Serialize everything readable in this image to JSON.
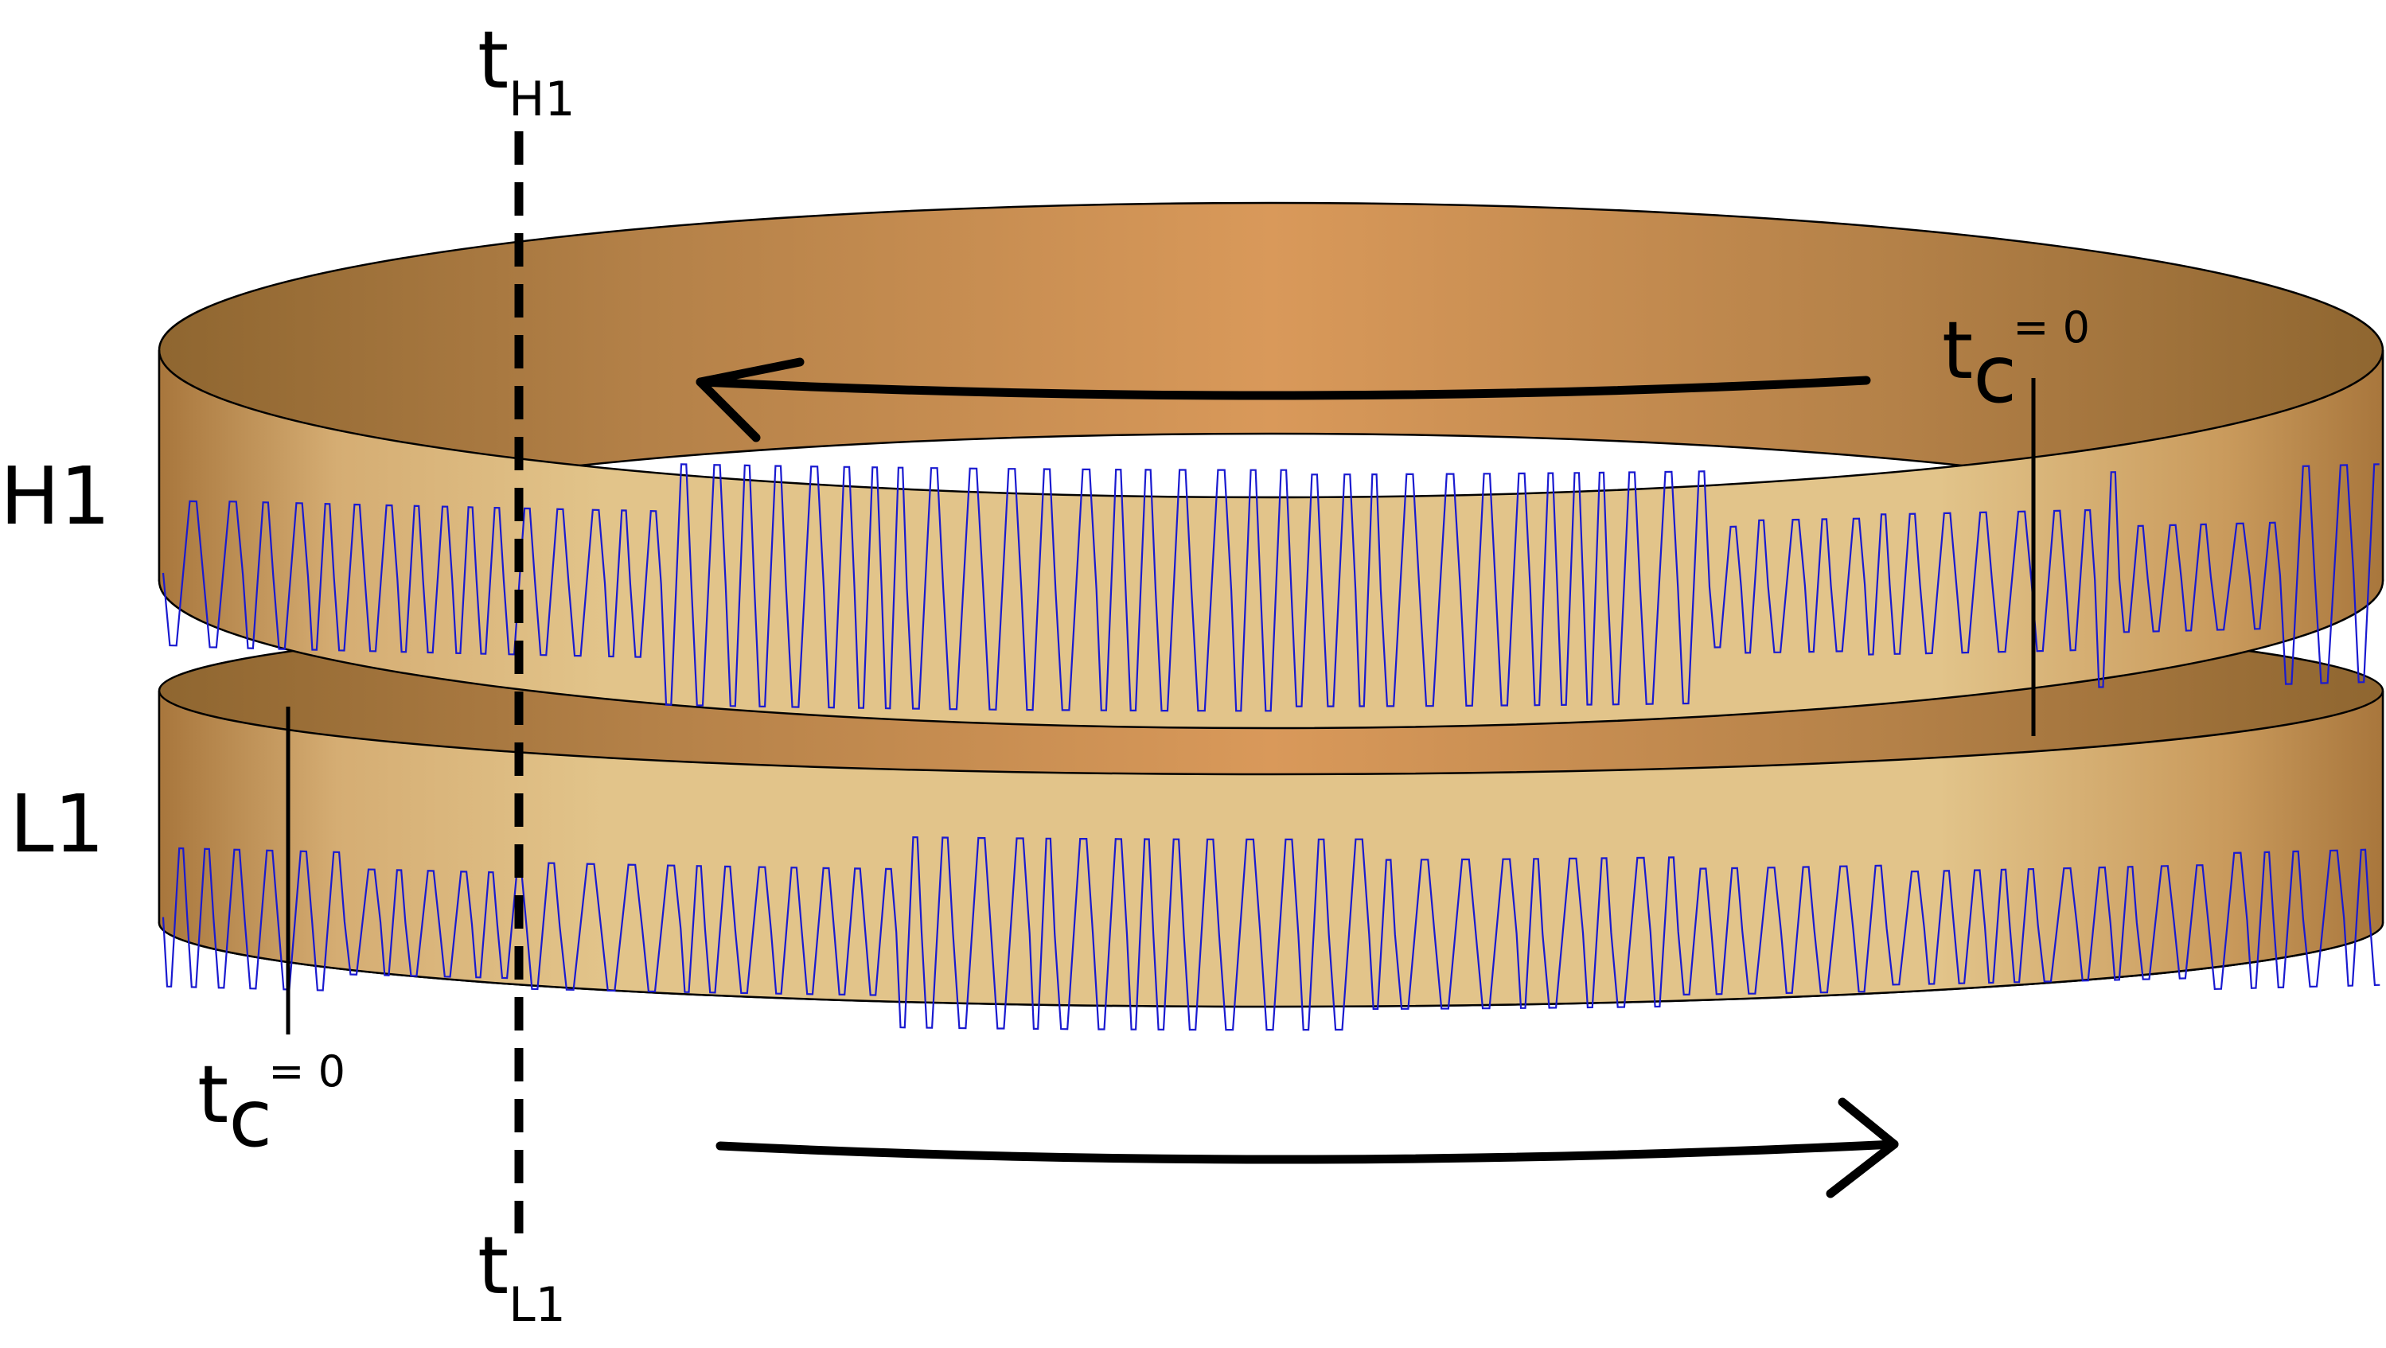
{
  "rings": [
    {
      "id": "H1",
      "label": "H1"
    },
    {
      "id": "L1",
      "label": "L1"
    }
  ],
  "time_markers": {
    "top": {
      "main": "t",
      "sub": "H1"
    },
    "bottom": {
      "main": "t",
      "sub": "L1"
    }
  },
  "coalescence_markers": [
    {
      "ring": "H1",
      "main": "t",
      "sub": "c",
      "eq": "= 0"
    },
    {
      "ring": "L1",
      "main": "t",
      "sub": "c",
      "eq": "= 0"
    }
  ],
  "arrows": [
    {
      "ring": "H1",
      "direction": "left"
    },
    {
      "ring": "L1",
      "direction": "right"
    }
  ],
  "colors": {
    "band_light": "#e2c48a",
    "band_mid": "#c79959",
    "band_dark": "#8f6630",
    "inner_light": "#d9995a",
    "waveform": "#1a1ad0",
    "ink": "#000000"
  }
}
